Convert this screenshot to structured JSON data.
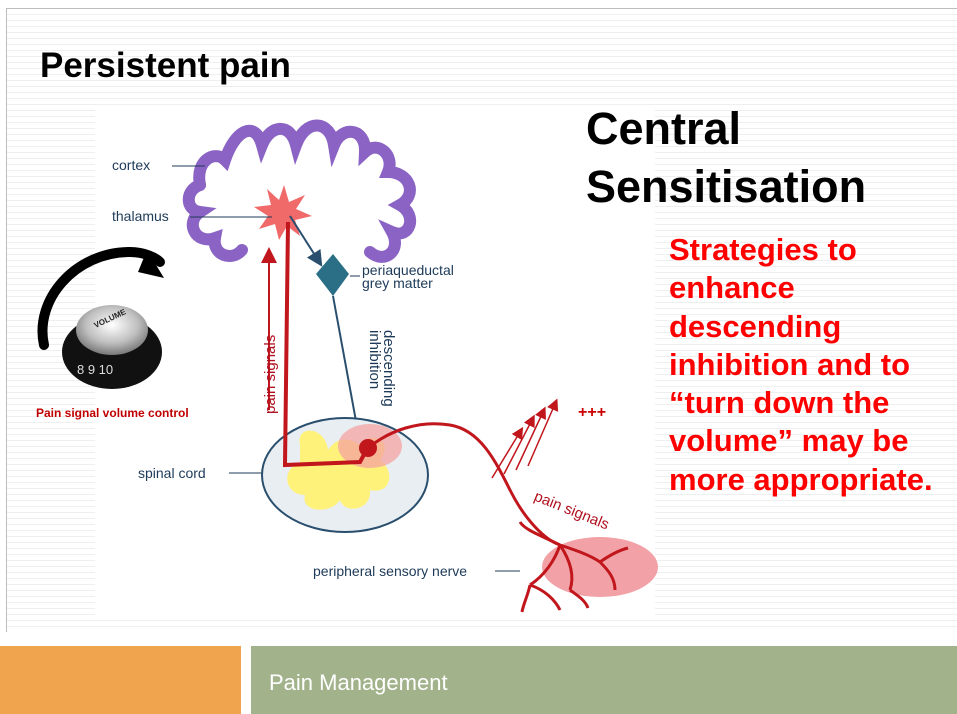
{
  "slide": {
    "title": "Persistent pain",
    "heading": "Central Sensitisation",
    "strategies_text": "Strategies to enhance descending inhibition and to “turn down the volume” may be more appropriate.",
    "dial_caption": "Pain signal volume control",
    "dial_label": "VOLUME",
    "dial_numbers": "8  9  10"
  },
  "diagram": {
    "labels": {
      "cortex": "cortex",
      "thalamus": "thalamus",
      "periaqueductal": "periaqueductal",
      "grey_matter": "grey matter",
      "descending": "descending",
      "inhibition": "inhibition",
      "pain_signals_up": "pain signals",
      "spinal_cord": "spinal cord",
      "pain_signals_nerve": "pain signals",
      "peripheral_nerve": "peripheral sensory nerve",
      "plus": "+++"
    },
    "colors": {
      "cortex": "#8a63c4",
      "thalamus": "#f06a6a",
      "pag": "#2a6f86",
      "pain": "#c0161c",
      "spinal_fill": "#e8eef2",
      "grey_matter": "#fff27a"
    }
  },
  "footer": {
    "text": "Pain Management"
  }
}
